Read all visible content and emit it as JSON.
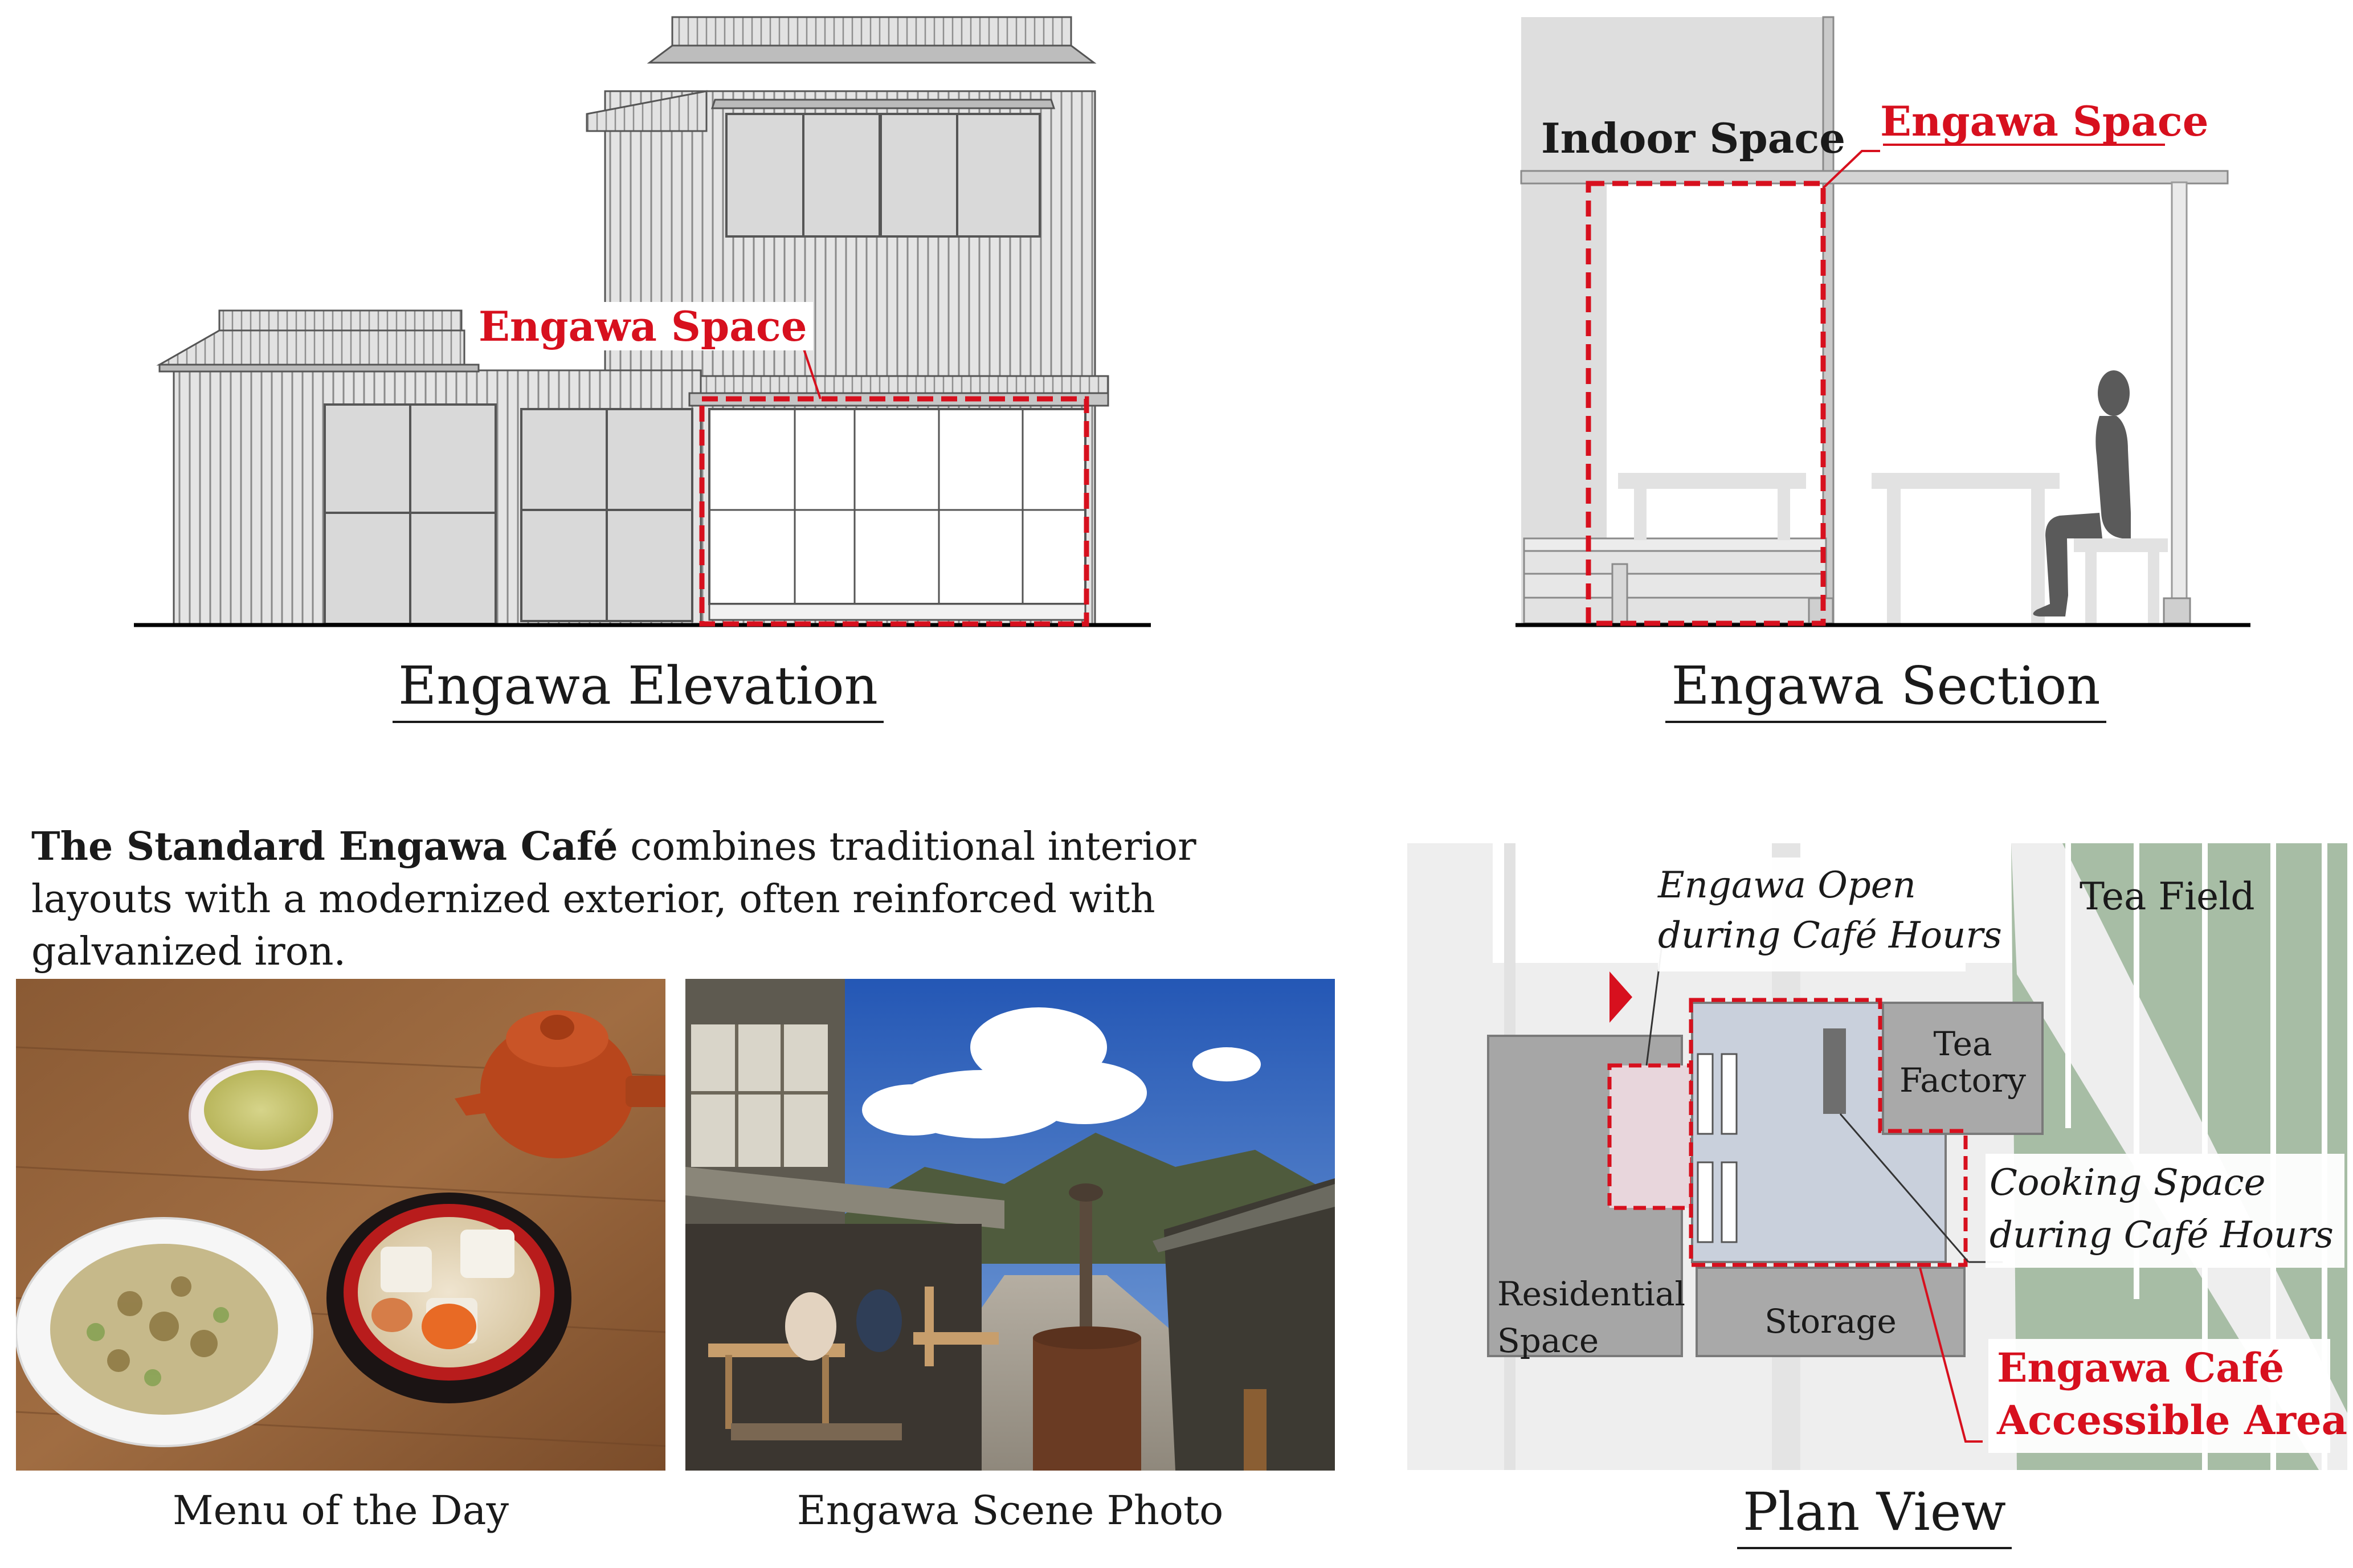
{
  "elevation": {
    "label": "Engawa Space",
    "caption": "Engawa Elevation"
  },
  "section": {
    "indoor_label": "Indoor Space",
    "engawa_label": "Engawa Space",
    "caption": "Engawa Section"
  },
  "description": {
    "bold": "The Standard Engawa Café",
    "rest": " combines traditional interior layouts with a modernized exterior, often reinforced with galvanized iron."
  },
  "photos": [
    {
      "caption": "Menu of the Day"
    },
    {
      "caption": "Engawa Scene Photo"
    }
  ],
  "plan": {
    "caption": "Plan View",
    "tea_field": "Tea Field",
    "engawa_open": [
      "Engawa Open",
      "during Café Hours"
    ],
    "tea_factory": [
      "Tea",
      "Factory"
    ],
    "cooking": [
      "Cooking Space",
      "during Café Hours"
    ],
    "residential": [
      "Residential",
      "Space"
    ],
    "storage": "Storage",
    "accessible": [
      "Engawa Café",
      "Accessible Area"
    ]
  },
  "colors": {
    "accent_red": "#d7101e",
    "plan_green": "#9fb79d",
    "plan_blue": "#c9d0dc",
    "plan_pink": "#e8d6dc"
  }
}
